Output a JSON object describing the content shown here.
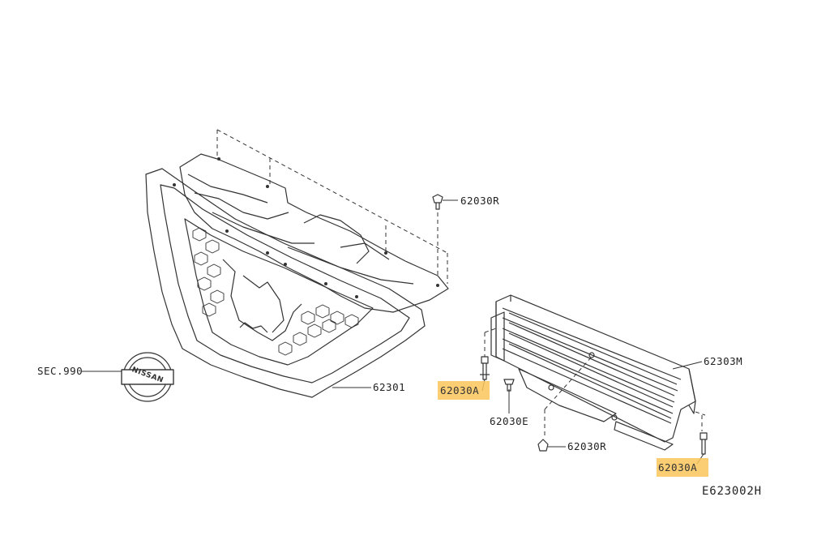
{
  "callouts": {
    "sec990": "SEC.990",
    "part_62301": "62301",
    "part_62030R_top": "62030R",
    "part_62303M": "62303M",
    "part_62030A_left": "62030A",
    "part_62030E": "62030E",
    "part_62030R_bottom": "62030R",
    "part_62030A_right": "62030A"
  },
  "emblem_text": "NISSAN",
  "diagram_code": "E623002H",
  "colors": {
    "highlight": "#fcc55c",
    "line": "#333333"
  }
}
